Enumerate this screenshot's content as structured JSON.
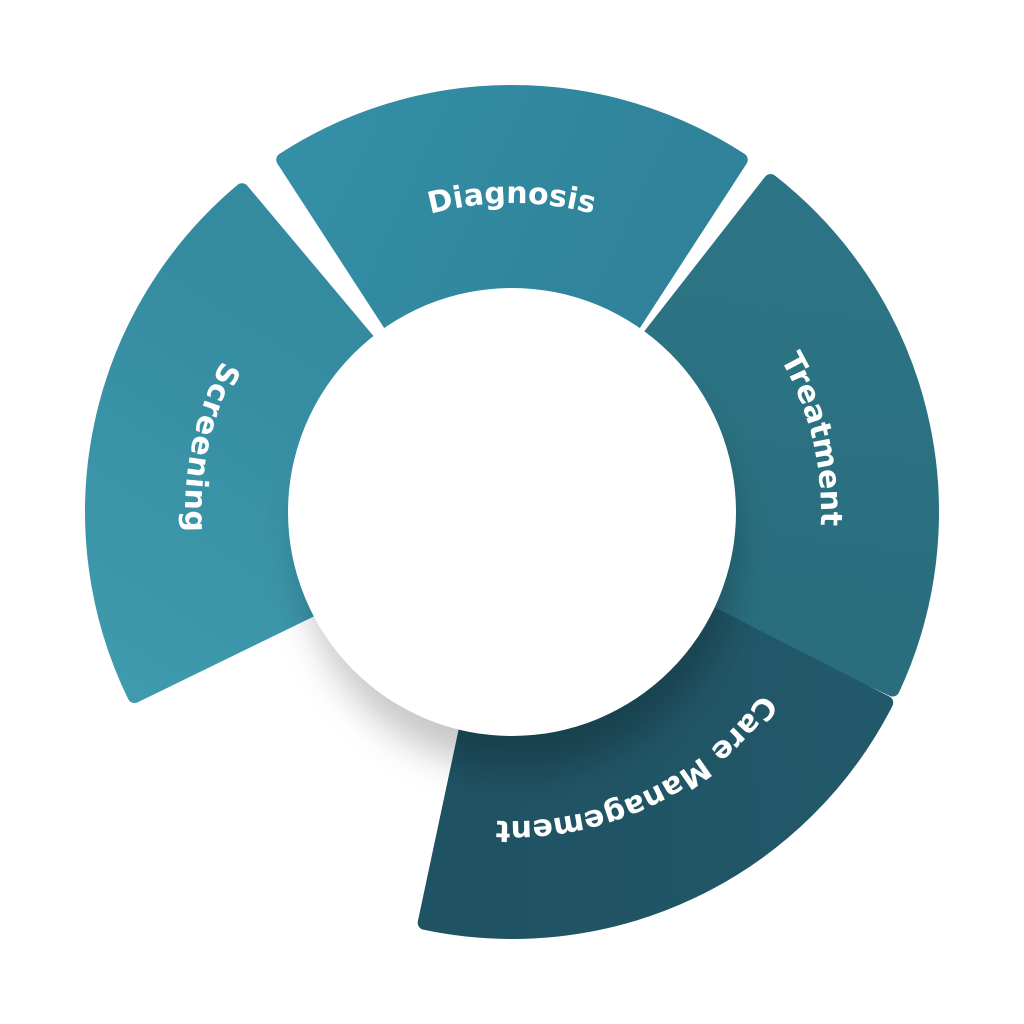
{
  "diagram": {
    "type": "radial-segments",
    "segments": [
      {
        "label": "Screening",
        "color": "#3f9aae",
        "gradient_to": "#348a9e"
      },
      {
        "label": "Diagnosis",
        "color": "#348fa6",
        "gradient_to": "#2f8299"
      },
      {
        "label": "Treatment",
        "color": "#2c7586",
        "gradient_to": "#2a6e7e"
      },
      {
        "label": "Care Management",
        "color": "#22596a",
        "gradient_to": "#1f5262"
      }
    ],
    "center_color": "#ffffff"
  }
}
